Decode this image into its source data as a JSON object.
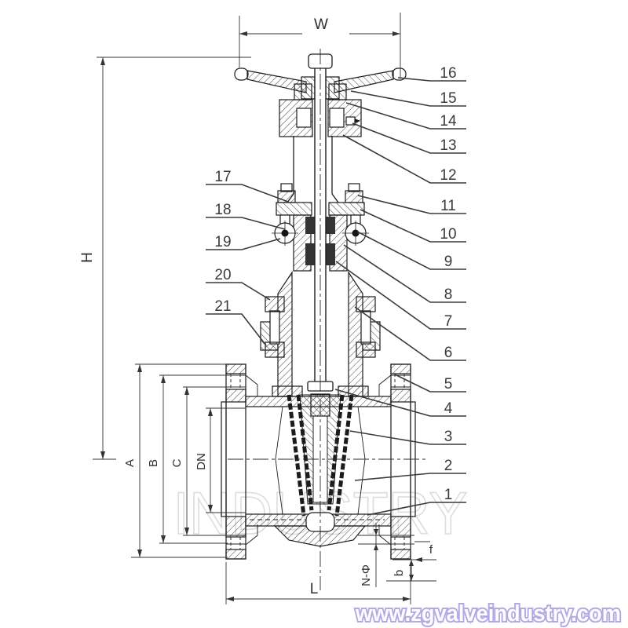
{
  "dimensions": {
    "W": "W",
    "H": "H",
    "A": "A",
    "B": "B",
    "C": "C",
    "DN": "DN",
    "L": "L",
    "N_phi": "N-Φ",
    "b": "b",
    "f": "f"
  },
  "callouts": {
    "right": [
      "16",
      "15",
      "14",
      "13",
      "12",
      "11",
      "10",
      "9",
      "8",
      "7",
      "6",
      "5",
      "4",
      "3",
      "2",
      "1"
    ],
    "left": [
      "17",
      "18",
      "19",
      "20",
      "21"
    ]
  },
  "watermarks": {
    "center": "INDUSTRY",
    "url": "www.zgvalveindustry.com"
  },
  "colors": {
    "line": "#1c1c1c",
    "center_watermark": "#dcdcdc",
    "url_watermark": "#b1aae2"
  }
}
